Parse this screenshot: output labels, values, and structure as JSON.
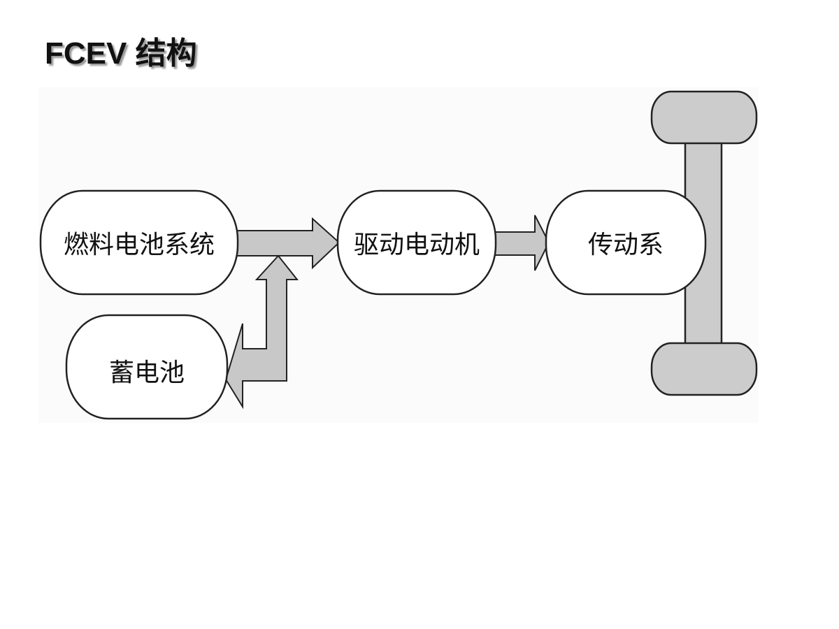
{
  "slide": {
    "title": "FCEV 结构"
  },
  "diagram": {
    "nodes": {
      "fuel_cell": "燃料电池系统",
      "battery": "蓄电池",
      "motor": "驱动电动机",
      "transmission": "传动系"
    },
    "colors": {
      "arrow_fill": "#c8c8c8",
      "wheel_fill": "#cccccc",
      "stroke": "#222222",
      "box_fill": "#ffffff"
    }
  }
}
